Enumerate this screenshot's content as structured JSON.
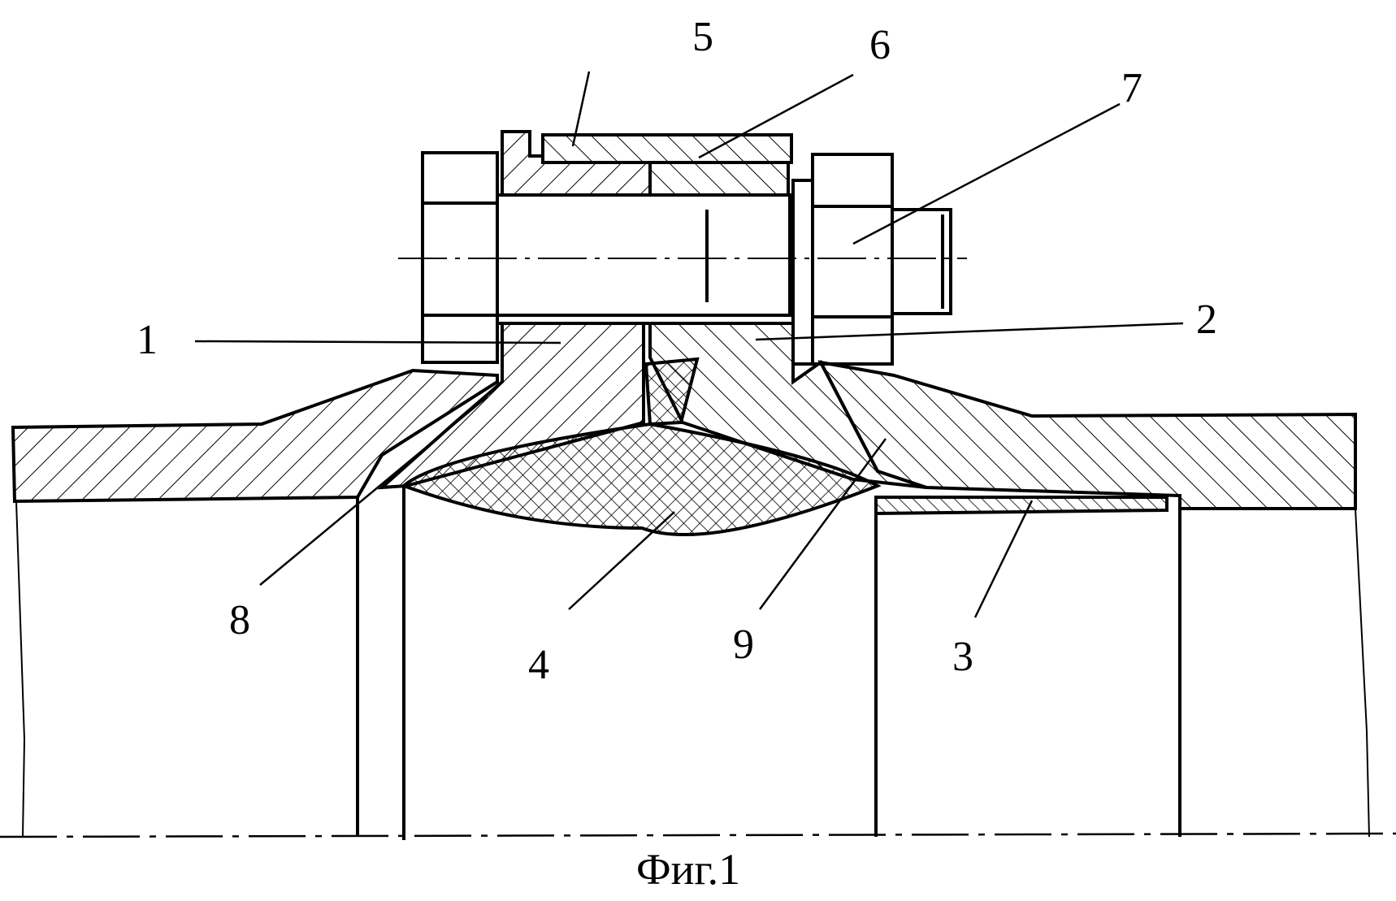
{
  "figure": {
    "caption": "Фиг.1",
    "stroke_color": "#000000",
    "background_color": "#ffffff"
  },
  "labels": {
    "l1": "1",
    "l2": "2",
    "l3": "3",
    "l4": "4",
    "l5": "5",
    "l6": "6",
    "l7": "7",
    "l8": "8",
    "l9": "9"
  }
}
